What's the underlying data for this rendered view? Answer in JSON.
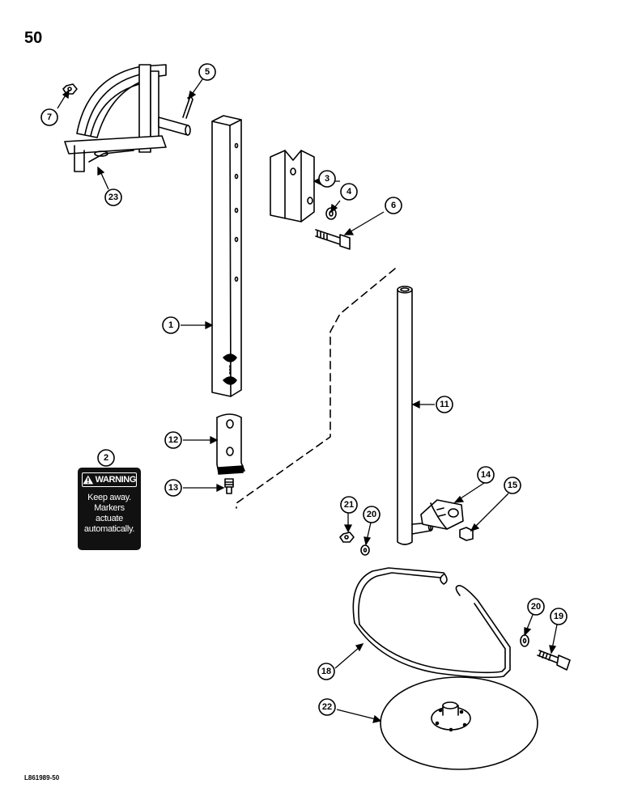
{
  "page": {
    "number": "50",
    "figure_code": "L861989-50"
  },
  "warning_decal": {
    "header": "WARNING",
    "lines": [
      "Keep away.",
      "Markers",
      "actuate",
      "automatically."
    ]
  },
  "callouts": {
    "c1": "1",
    "c2": "2",
    "c3": "3",
    "c4": "4",
    "c5": "5",
    "c6": "6",
    "c7": "7",
    "c11": "11",
    "c12": "12",
    "c13": "13",
    "c14": "14",
    "c15": "15",
    "c18": "18",
    "c19": "19",
    "c20a": "20",
    "c20b": "20",
    "c21": "21",
    "c22": "22",
    "c23": "23"
  },
  "icons": {
    "warning_triangle": "warning-triangle-icon"
  }
}
